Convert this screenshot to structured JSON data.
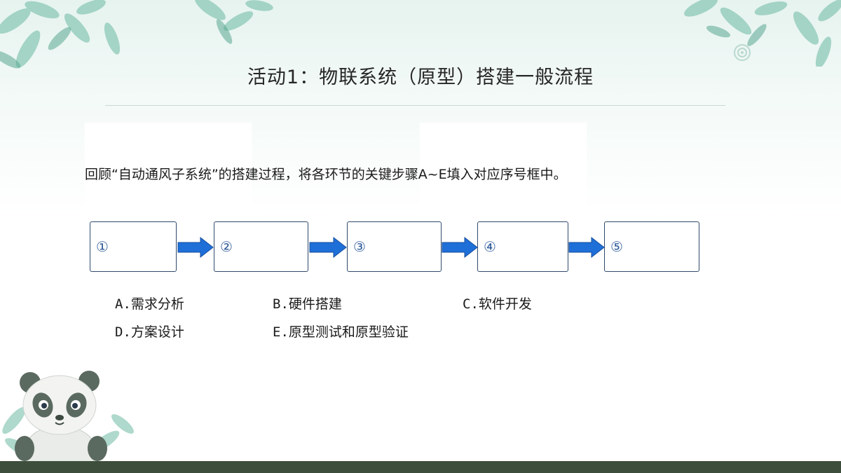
{
  "slide": {
    "title": "活动1：物联系统（原型）搭建一般流程",
    "instruction": "回顾“自动通风子系统”的搭建过程，将各环节的关键步骤A~E填入对应序号框中。"
  },
  "steps": [
    {
      "num": "①"
    },
    {
      "num": "②"
    },
    {
      "num": "③"
    },
    {
      "num": "④"
    },
    {
      "num": "⑤"
    }
  ],
  "options": {
    "a": "A.需求分析",
    "b": "B.硬件搭建",
    "c": "C.软件开发",
    "d": "D.方案设计",
    "e": "E.原型测试和原型验证"
  },
  "colors": {
    "arrow": "#1f6fd8",
    "box_border": "#2f4a6b",
    "number": "#2e5b9a",
    "footer": "#3d4f3c",
    "leaf": "#7fbfae"
  },
  "icons": [
    "leaf-decoration",
    "panda-illustration",
    "circle-logo-icon",
    "right-arrow-icon"
  ]
}
